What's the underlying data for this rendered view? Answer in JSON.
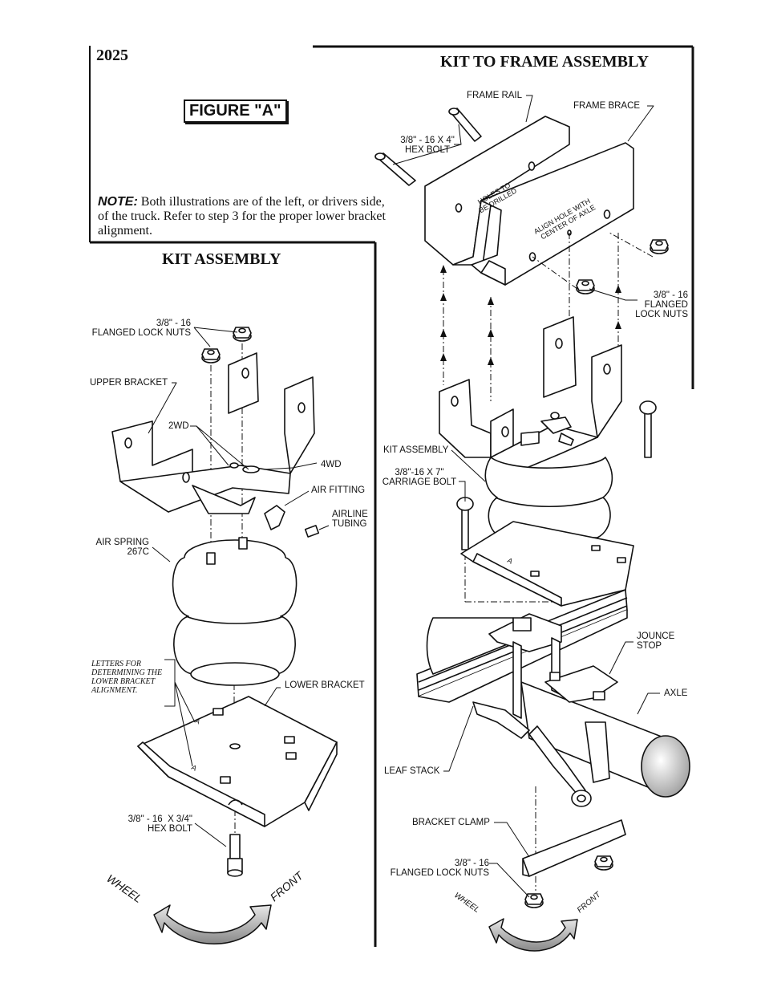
{
  "page": {
    "part_number": "2025",
    "figure_label": "FIGURE \"A\"",
    "note_label": "NOTE:",
    "note_text": "Both illustrations are of the left, or drivers side, of the truck.  Refer to step 3 for the proper lower bracket alignment."
  },
  "kit_assembly": {
    "title": "KIT ASSEMBLY",
    "labels": {
      "lock_nuts": "3/8\" - 16\nFLANGED LOCK NUTS",
      "upper_bracket": "UPPER BRACKET",
      "twowd": "2WD",
      "fourwd": "4WD",
      "air_fitting": "AIR FITTING",
      "airline_tubing": "AIRLINE\nTUBING",
      "air_spring": "AIR SPRING\n267C",
      "letters_note": "LETTERS FOR\nDETERMINING THE\nLOWER BRACKET\nALIGNMENT.",
      "lower_bracket": "LOWER BRACKET",
      "hex_bolt": "3/8\" - 16  X 3/4\"\nHEX BOLT",
      "wheel": "WHEEL",
      "front": "FRONT",
      "letter_a": "A"
    }
  },
  "kit_to_frame": {
    "title": "KIT TO FRAME ASSEMBLY",
    "labels": {
      "frame_rail": "FRAME RAIL",
      "frame_brace": "FRAME BRACE",
      "hex_bolt": "3/8\" - 16 X 4\"\nHEX BOLT",
      "holes_to_be_drilled": "HOLES TO\nBE DRILLED",
      "align_hole": "ALIGN HOLE WITH\nCENTER OF AXLE",
      "flanged_lock_nuts_top": "3/8\" - 16\nFLANGED\nLOCK NUTS",
      "kit_assembly": "KIT ASSEMBLY",
      "carriage_bolt": "3/8\"-16 X 7\"\nCARRIAGE BOLT",
      "jounce_stop": "JOUNCE\nSTOP",
      "axle": "AXLE",
      "leaf_stack": "LEAF STACK",
      "bracket_clamp": "BRACKET CLAMP",
      "flanged_lock_nuts_bottom": "3/8\" - 16\nFLANGED LOCK NUTS",
      "wheel": "WHEEL",
      "front": "FRONT",
      "letter_a": "A"
    }
  }
}
